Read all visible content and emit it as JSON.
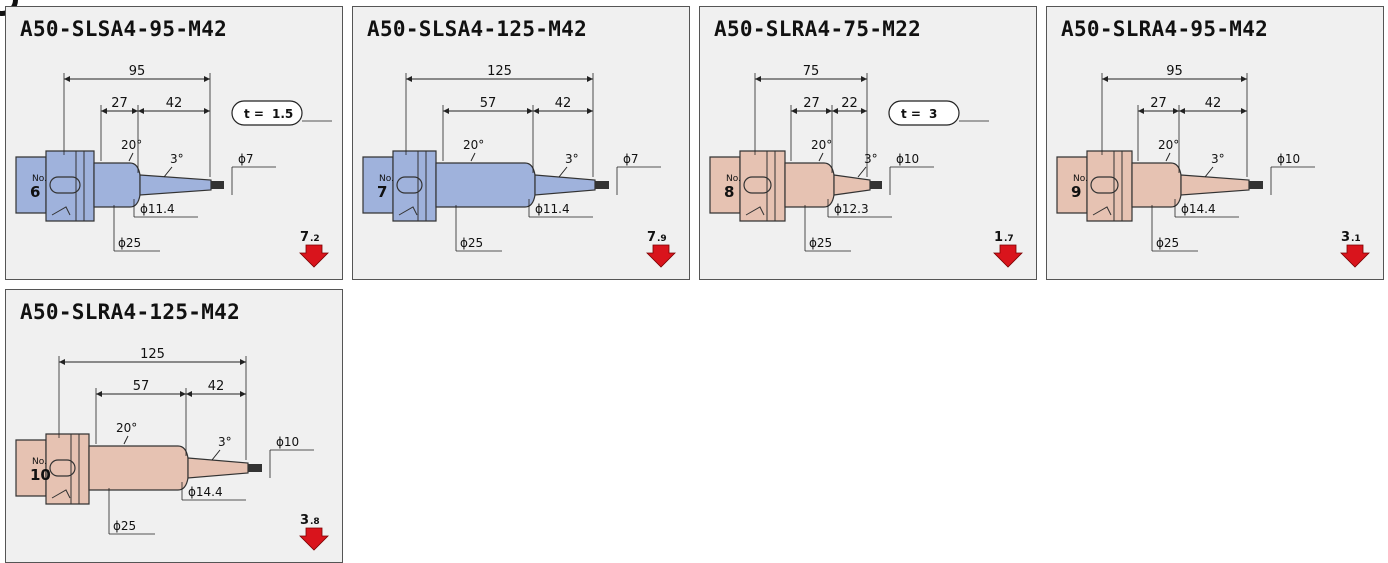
{
  "colors": {
    "blue": "#9fb2dc",
    "pink": "#e6c2b2",
    "arrow": "#d9141c",
    "line": "#222222",
    "card_bg": "#f0f0f0"
  },
  "holders": [
    {
      "title": "A50-SLSA4-95-M42",
      "no_label": "No.",
      "no": "6",
      "color": "blue",
      "L": "95",
      "a": "27",
      "b": "42",
      "angle": "20°",
      "taper": "3°",
      "tip": "ϕ7",
      "neck": "ϕ11.4",
      "shank": "ϕ25",
      "t_label": "t =",
      "t_value": "1.5",
      "weight_big": "7",
      "weight_small": ".2"
    },
    {
      "title": "A50-SLSA4-125-M42",
      "no_label": "No.",
      "no": "7",
      "color": "blue",
      "L": "125",
      "a": "57",
      "b": "42",
      "angle": "20°",
      "taper": "3°",
      "tip": "ϕ7",
      "neck": "ϕ11.4",
      "shank": "ϕ25",
      "t_label": "",
      "t_value": "",
      "weight_big": "7",
      "weight_small": ".9"
    },
    {
      "title": "A50-SLRA4-75-M22",
      "no_label": "No.",
      "no": "8",
      "color": "pink",
      "L": "75",
      "a": "27",
      "b": "22",
      "angle": "20°",
      "taper": "3°",
      "tip": "ϕ10",
      "neck": "ϕ12.3",
      "shank": "ϕ25",
      "t_label": "t =",
      "t_value": "3",
      "weight_big": "1",
      "weight_small": ".7"
    },
    {
      "title": "A50-SLRA4-95-M42",
      "no_label": "No.",
      "no": "9",
      "color": "pink",
      "L": "95",
      "a": "27",
      "b": "42",
      "angle": "20°",
      "taper": "3°",
      "tip": "ϕ10",
      "neck": "ϕ14.4",
      "shank": "ϕ25",
      "t_label": "",
      "t_value": "",
      "weight_big": "3",
      "weight_small": ".1"
    },
    {
      "title": "A50-SLRA4-125-M42",
      "no_label": "No.",
      "no": "10",
      "color": "pink",
      "L": "125",
      "a": "57",
      "b": "42",
      "angle": "20°",
      "taper": "3°",
      "tip": "ϕ10",
      "neck": "ϕ14.4",
      "shank": "ϕ25",
      "t_label": "",
      "t_value": "",
      "weight_big": "3",
      "weight_small": ".8"
    }
  ]
}
